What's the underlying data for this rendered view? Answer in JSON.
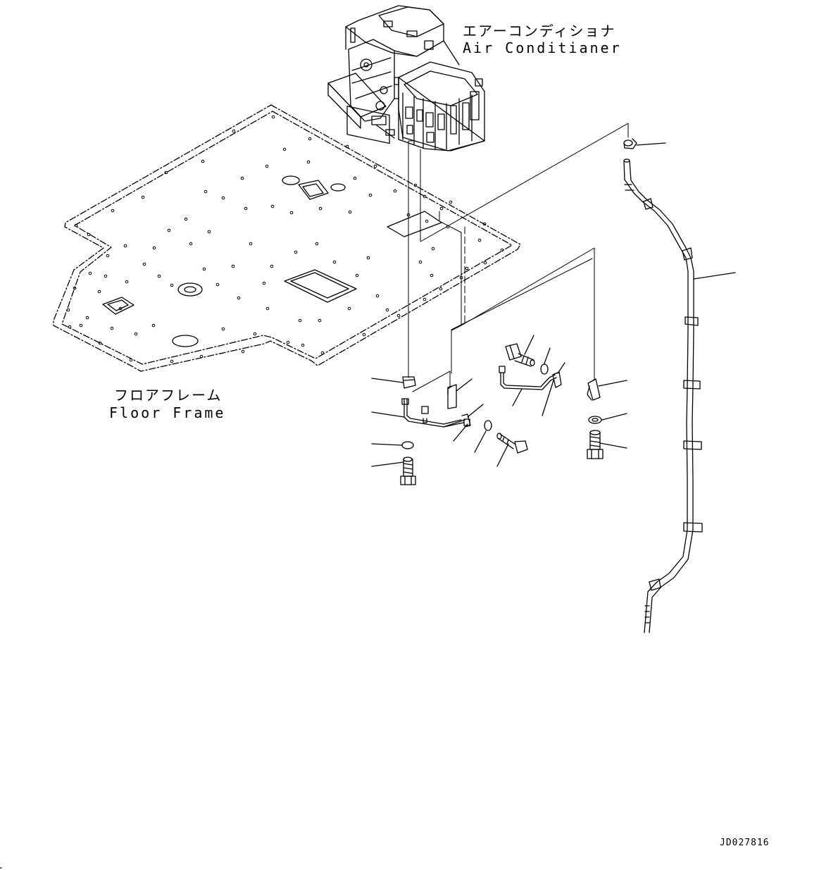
{
  "labels": {
    "air_conditioner_jp": "エアーコンディショナ",
    "air_conditioner_en": "Air Conditianer",
    "floor_frame_jp": "フロアフレーム",
    "floor_frame_en": "Floor Frame",
    "drawing_code": "JD027816"
  },
  "parts": [
    "air-conditioner-unit",
    "floor-frame",
    "drain-hose",
    "hose-elbow",
    "clamp-left",
    "clamp-center",
    "clamp-right",
    "tube-left",
    "tube-right",
    "bolt-left",
    "bolt-right",
    "bolt-center-upper",
    "bolt-center-lower",
    "washer-left",
    "washer-right",
    "washer-center-upper",
    "washer-center-lower"
  ]
}
